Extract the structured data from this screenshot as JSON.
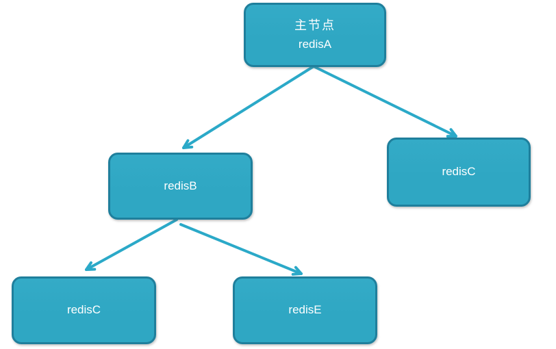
{
  "colors": {
    "background": "#ffffff",
    "node-fill": "#2fa7c3",
    "node-fill-top": "#34abc7",
    "node-border": "#1f7f9c",
    "arrow": "#2ba9c8",
    "text": "#ffffff"
  },
  "nodes": {
    "master": {
      "title": "主节点",
      "name": "redisA"
    },
    "redisB": {
      "name": "redisB"
    },
    "redisC_right": {
      "name": "redisC"
    },
    "redisC_bottom": {
      "name": "redisC"
    },
    "redisE": {
      "name": "redisE"
    }
  },
  "edges": [
    {
      "from": "redisA",
      "to": "redisB"
    },
    {
      "from": "redisA",
      "to": "redisC_right"
    },
    {
      "from": "redisB",
      "to": "redisC_bottom"
    },
    {
      "from": "redisB",
      "to": "redisE"
    }
  ]
}
